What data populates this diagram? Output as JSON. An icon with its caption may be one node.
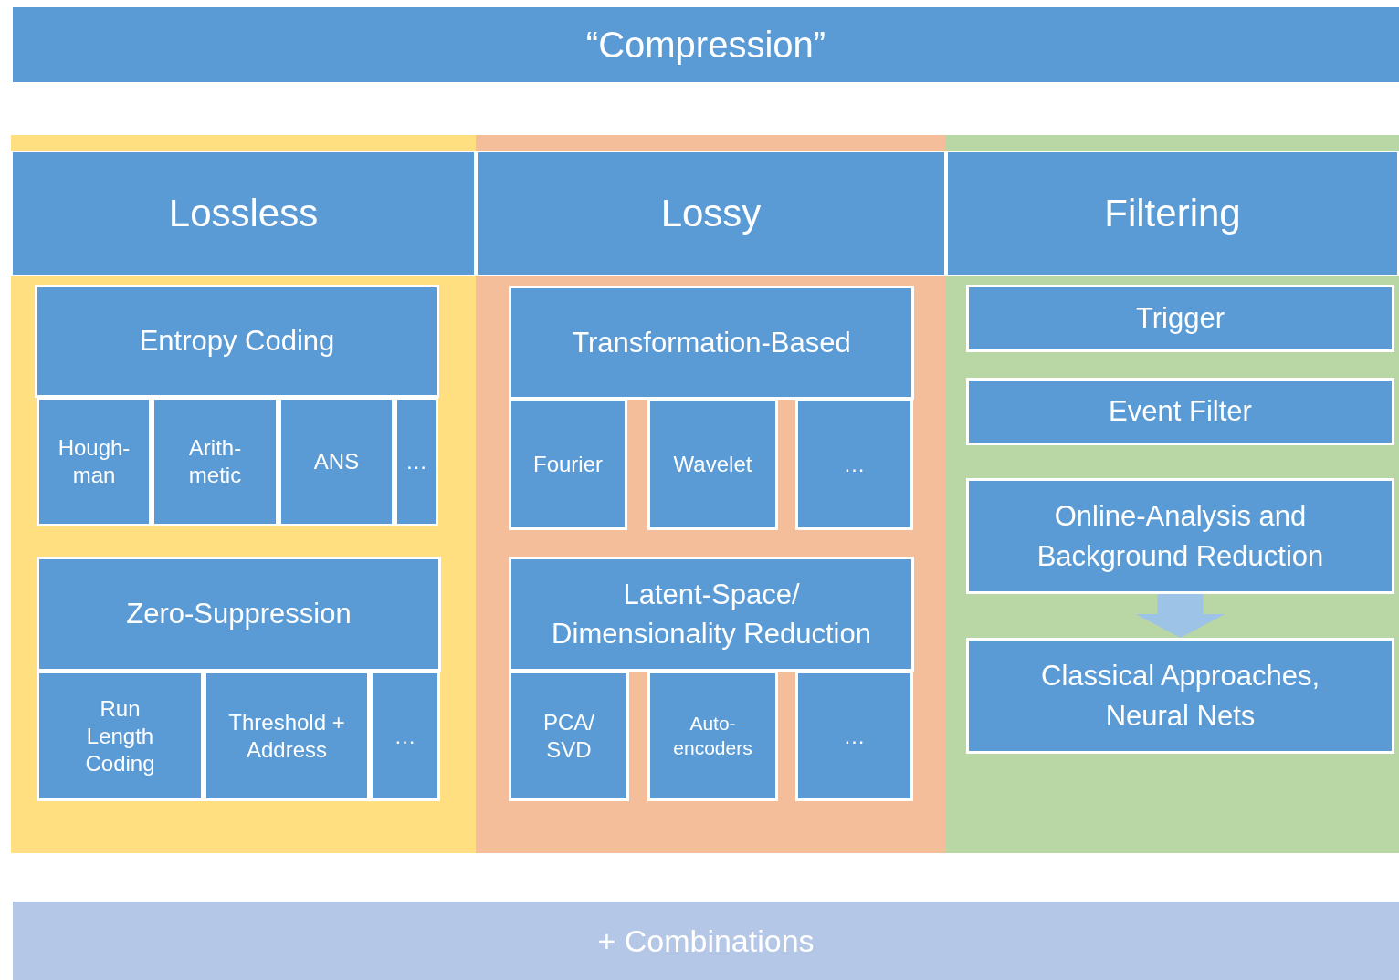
{
  "diagram": {
    "nodes": [
      {
        "text": [
          "“Compression”"
        ]
      },
      {
        "text": [],
        "shape": "box"
      },
      {
        "text": [
          "Lossless"
        ],
        "in": 1
      },
      {
        "text": [
          "Entropy Coding"
        ],
        "in": 1
      },
      {
        "text": [
          "Hough-man"
        ],
        "in": 1
      },
      {
        "text": [
          "Arith-metic"
        ],
        "in": 1
      },
      {
        "text": [
          "ANS"
        ],
        "in": 1
      },
      {
        "text": [
          "…"
        ],
        "in": 1
      },
      {
        "text": [
          "Zero-Suppression"
        ],
        "in": 1
      },
      {
        "text": [
          "Run Length Coding"
        ],
        "in": 1
      },
      {
        "text": [
          "Threshold + Address"
        ],
        "in": 1
      },
      {
        "text": [
          "…"
        ],
        "in": 1
      },
      {
        "text": [],
        "shape": "box"
      },
      {
        "text": [
          "Lossy"
        ],
        "in": 12
      },
      {
        "text": [
          "Transformation-Based"
        ],
        "in": 12
      },
      {
        "text": [
          "Fourier"
        ],
        "in": 12
      },
      {
        "text": [
          "Wavelet"
        ],
        "in": 12
      },
      {
        "text": [
          "…"
        ],
        "in": 12
      },
      {
        "text": [
          "Latent-Space/ Dimensionality Reduction"
        ],
        "in": 12
      },
      {
        "text": [
          "PCA/ SVD"
        ],
        "in": 12
      },
      {
        "text": [
          "Auto-encoders"
        ],
        "in": 12
      },
      {
        "text": [
          "…"
        ],
        "in": 12
      },
      {
        "text": [],
        "shape": "box"
      },
      {
        "text": [
          "Filtering"
        ],
        "in": 22
      },
      {
        "text": [
          "Trigger"
        ],
        "in": 22
      },
      {
        "text": [
          "Event Filter"
        ],
        "in": 22
      },
      {
        "text": [
          "Online-Analysis and Background Reduction"
        ],
        "in": 22
      },
      {
        "text": [
          "Classical Approaches, Neural Nets"
        ],
        "in": 22
      },
      {
        "text": [
          "+ Combinations"
        ]
      }
    ],
    "edges": [
      {
        "from": 26,
        "to": 27,
        "arrow": "to"
      }
    ]
  }
}
